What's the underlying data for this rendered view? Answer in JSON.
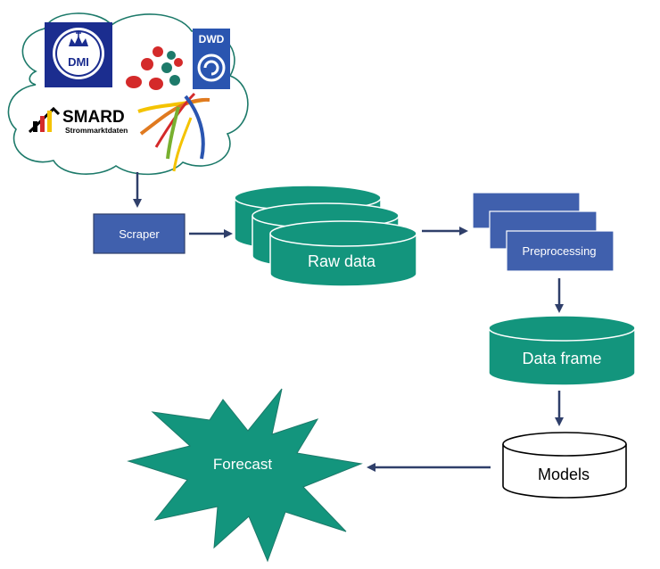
{
  "sources": {
    "dmi_label": "DMI",
    "dwd_label": "DWD",
    "smard_label": "SMARD",
    "smard_sub": "Strommarktdaten"
  },
  "nodes": {
    "scraper": "Scraper",
    "raw_data": "Raw data",
    "preprocessing": "Preprocessing",
    "data_frame": "Data frame",
    "models": "Models",
    "forecast": "Forecast"
  },
  "colors": {
    "box_blue": "#4060ad",
    "teal": "#13957d",
    "arrow": "#2f3f6a",
    "cloud_stroke": "#1d7a6a",
    "dmi_blue": "#1b2d8f",
    "dwd_blue": "#2a55b0",
    "red": "#d42a2a",
    "smard_yellow": "#f4c300"
  }
}
